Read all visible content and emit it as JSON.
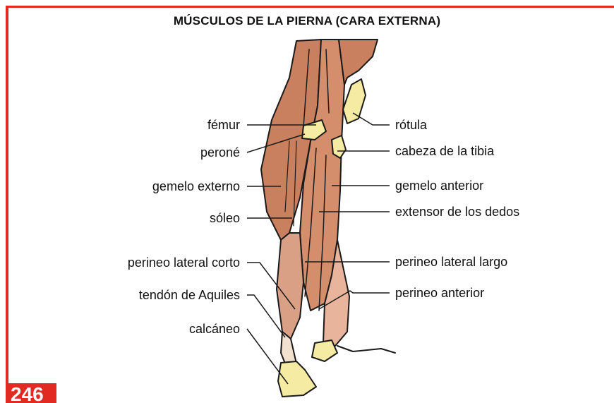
{
  "title": "MÚSCULOS DE LA PIERNA (CARA EXTERNA)",
  "page_number": "246",
  "colors": {
    "accent": "#e32a22",
    "muscle": "#c9805e",
    "bone": "#f5eba3"
  },
  "labels_left": [
    "fémur",
    "peroné",
    "gemelo externo",
    "sóleo",
    "perineo lateral corto",
    "tendón de Aquiles",
    "calcáneo"
  ],
  "labels_right": [
    "rótula",
    "cabeza de la tibia",
    "gemelo anterior",
    "extensor de los dedos",
    "perineo lateral largo",
    "perineo anterior"
  ]
}
